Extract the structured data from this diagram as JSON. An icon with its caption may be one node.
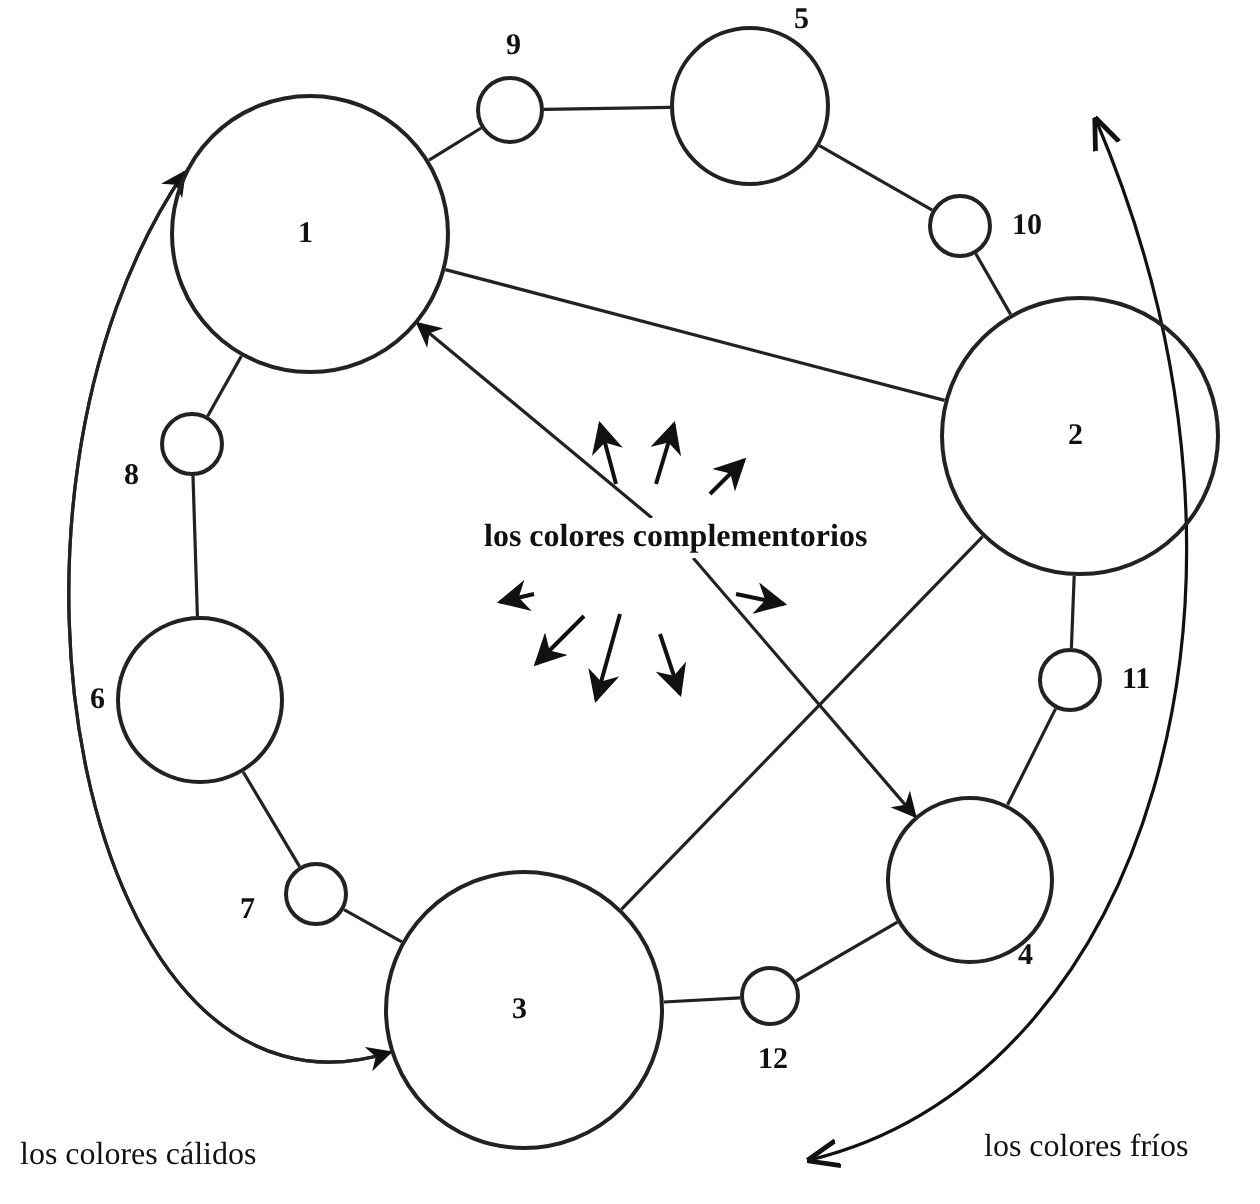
{
  "diagram": {
    "nodes": [
      {
        "text": [
          "1"
        ]
      },
      {
        "text": [
          "2"
        ]
      },
      {
        "text": [
          "3"
        ]
      },
      {
        "text": [
          "4"
        ]
      },
      {
        "text": [
          "5"
        ]
      },
      {
        "text": [
          "6"
        ]
      },
      {
        "text": [
          "7"
        ]
      },
      {
        "text": [
          "8"
        ]
      },
      {
        "text": [
          "9"
        ]
      },
      {
        "text": [
          "10"
        ]
      },
      {
        "text": [
          "11"
        ]
      },
      {
        "text": [
          "12"
        ]
      },
      {
        "text": [
          "los colores complementorios"
        ]
      }
    ],
    "edges": [
      {
        "from": 0,
        "to": 8,
        "arrow": "none"
      },
      {
        "from": 8,
        "to": 4,
        "arrow": "none"
      },
      {
        "from": 4,
        "to": 9,
        "arrow": "none"
      },
      {
        "from": 9,
        "to": 1,
        "arrow": "none"
      },
      {
        "from": 1,
        "to": 10,
        "arrow": "none"
      },
      {
        "from": 10,
        "to": 3,
        "arrow": "none"
      },
      {
        "from": 3,
        "to": 11,
        "arrow": "none"
      },
      {
        "from": 11,
        "to": 2,
        "arrow": "none"
      },
      {
        "from": 2,
        "to": 6,
        "arrow": "none"
      },
      {
        "from": 6,
        "to": 5,
        "arrow": "none"
      },
      {
        "from": 5,
        "to": 7,
        "arrow": "none"
      },
      {
        "from": 7,
        "to": 0,
        "arrow": "none"
      },
      {
        "from": 0,
        "to": 1,
        "arrow": "none"
      },
      {
        "from": 1,
        "to": 2,
        "arrow": "none"
      },
      {
        "from": 2,
        "to": 0,
        "arrow": "none"
      },
      {
        "from": 12,
        "to": 0,
        "arrow": "to"
      },
      {
        "from": 12,
        "to": 3,
        "arrow": "to"
      },
      {
        "from": 2,
        "to": 0,
        "arrow": "both"
      }
    ],
    "labels": [
      "los colores cálidos",
      "los colores fríos"
    ]
  }
}
